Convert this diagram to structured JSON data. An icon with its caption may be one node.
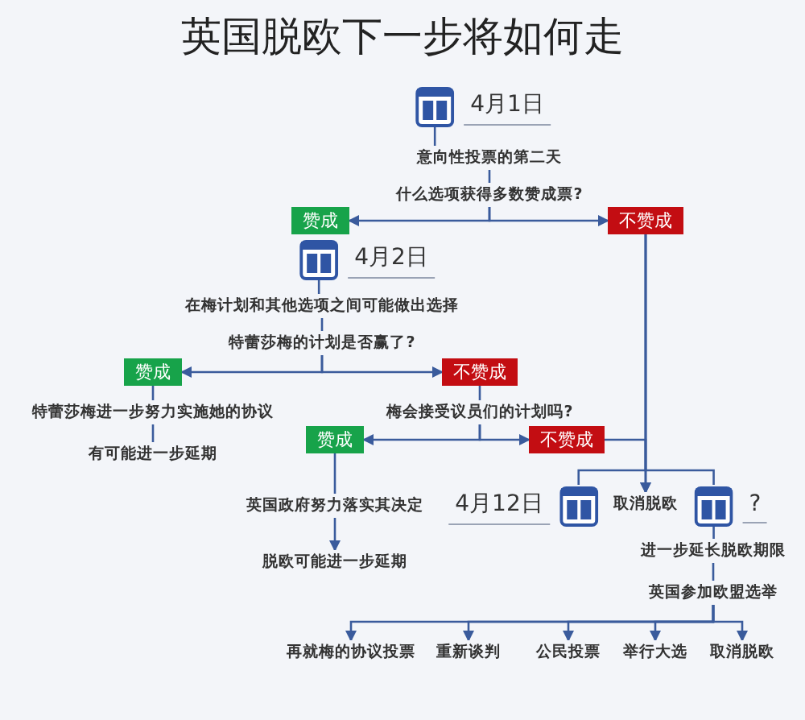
{
  "diagram": {
    "title": "英国脱欧下一步将如何走",
    "nodes": [
      {
        "text": [
          "4月1日"
        ]
      },
      {
        "text": [
          "意向性投票的第二天"
        ]
      },
      {
        "text": [
          "什么选项获得多数赞成票?"
        ]
      },
      {
        "text": [
          "赞成"
        ]
      },
      {
        "text": [
          "不赞成"
        ]
      },
      {
        "text": [
          "4月2日"
        ]
      },
      {
        "text": [
          "在梅计划和其他选项之间可能做出选择"
        ]
      },
      {
        "text": [
          "特蕾莎梅的计划是否赢了?"
        ]
      },
      {
        "text": [
          "赞成"
        ]
      },
      {
        "text": [
          "不赞成"
        ]
      },
      {
        "text": [
          "特蕾莎梅进一步努力实施她的协议"
        ]
      },
      {
        "text": [
          "有可能进一步延期"
        ]
      },
      {
        "text": [
          "梅会接受议员们的计划吗?"
        ]
      },
      {
        "text": [
          "赞成"
        ]
      },
      {
        "text": [
          "不赞成"
        ]
      },
      {
        "text": [
          "4月12日"
        ]
      },
      {
        "text": [
          "取消脱欧"
        ]
      },
      {
        "text": [
          "?"
        ]
      },
      {
        "text": [
          "英国政府努力落实其决定"
        ]
      },
      {
        "text": [
          "脱欧可能进一步延期"
        ]
      },
      {
        "text": [
          "进一步延长脱欧期限"
        ]
      },
      {
        "text": [
          "英国参加欧盟选举"
        ]
      },
      {
        "text": [
          "再就梅的协议投票"
        ]
      },
      {
        "text": [
          "重新谈判"
        ]
      },
      {
        "text": [
          "公民投票"
        ]
      },
      {
        "text": [
          "举行大选"
        ]
      },
      {
        "text": [
          "取消脱欧"
        ]
      }
    ],
    "edges": [
      {
        "from": 0,
        "to": 1,
        "arrow": "none"
      },
      {
        "from": 1,
        "to": 2,
        "arrow": "none"
      },
      {
        "from": 2,
        "to": 3,
        "arrow": "to"
      },
      {
        "from": 2,
        "to": 4,
        "arrow": "to"
      },
      {
        "from": 5,
        "to": 6,
        "arrow": "none"
      },
      {
        "from": 6,
        "to": 7,
        "arrow": "none"
      },
      {
        "from": 7,
        "to": 8,
        "arrow": "to"
      },
      {
        "from": 7,
        "to": 9,
        "arrow": "to"
      },
      {
        "from": 8,
        "to": 10,
        "arrow": "none"
      },
      {
        "from": 10,
        "to": 11,
        "arrow": "none"
      },
      {
        "from": 9,
        "to": 12,
        "arrow": "none"
      },
      {
        "from": 12,
        "to": 13,
        "arrow": "to"
      },
      {
        "from": 12,
        "to": 14,
        "arrow": "to"
      },
      {
        "from": 4,
        "to": 16,
        "arrow": "to"
      },
      {
        "from": 14,
        "to": 16,
        "arrow": "to"
      },
      {
        "from": 4,
        "to": 15,
        "arrow": "none"
      },
      {
        "from": 4,
        "to": 17,
        "arrow": "none"
      },
      {
        "from": 13,
        "to": 18,
        "arrow": "none"
      },
      {
        "from": 18,
        "to": 19,
        "arrow": "to"
      },
      {
        "from": 17,
        "to": 20,
        "arrow": "none"
      },
      {
        "from": 20,
        "to": 21,
        "arrow": "none"
      },
      {
        "from": 21,
        "to": 22,
        "arrow": "to"
      },
      {
        "from": 21,
        "to": 23,
        "arrow": "to"
      },
      {
        "from": 21,
        "to": 24,
        "arrow": "to"
      },
      {
        "from": 21,
        "to": 25,
        "arrow": "to"
      },
      {
        "from": 21,
        "to": 26,
        "arrow": "to"
      }
    ]
  }
}
